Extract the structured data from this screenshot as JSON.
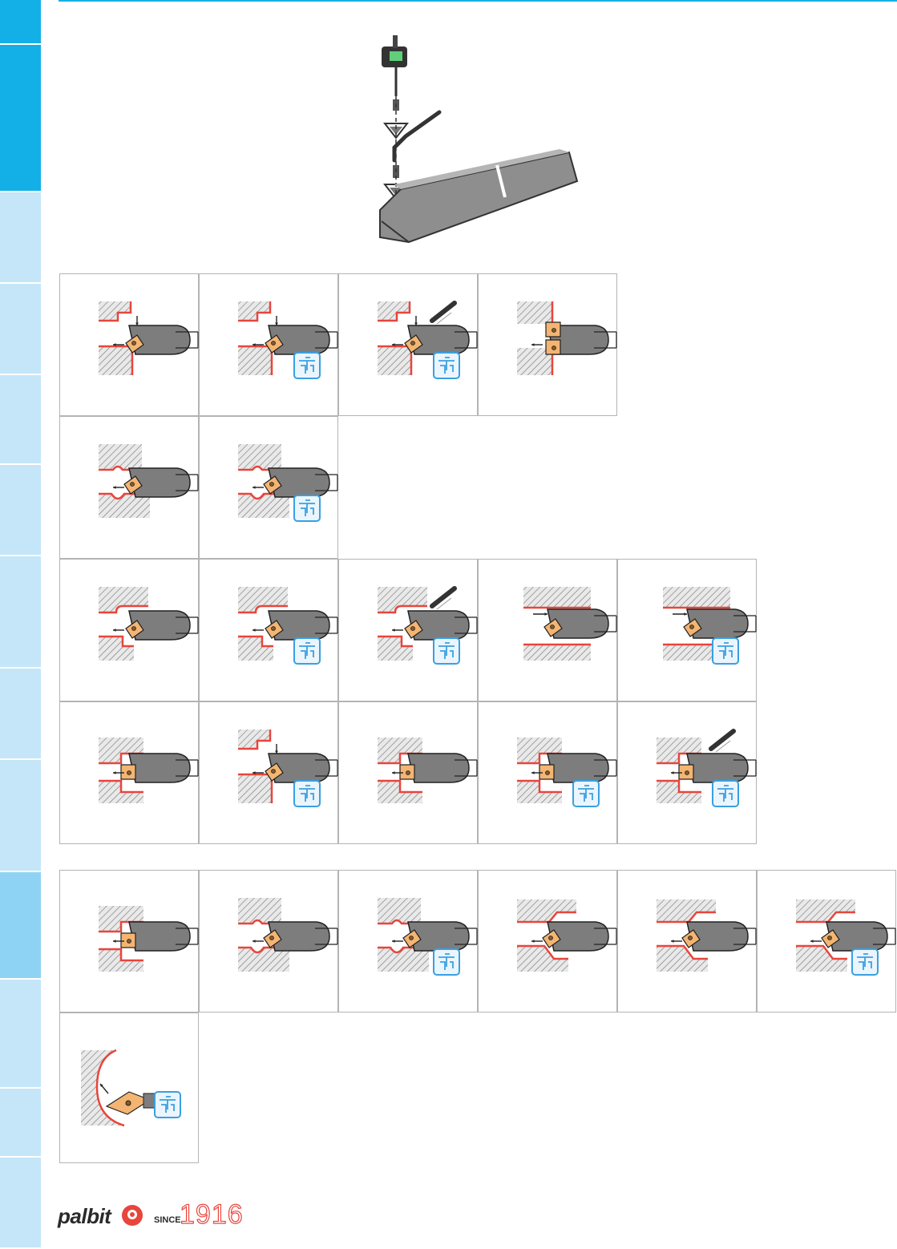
{
  "colors": {
    "side_tab": "#c4e6f8",
    "side_tab_active": "#12b0e6",
    "side_tab_secondary": "#8fd3f4",
    "accent_red": "#e8453c",
    "insert": "#f4b572",
    "coolant_icon": "#3aa0e0"
  },
  "footer": {
    "brand": "palbit",
    "since": "SINCE",
    "year": "1916"
  },
  "cells": [
    {
      "id": "r1c1",
      "shape": "step-down",
      "coolant": false,
      "wrench": false
    },
    {
      "id": "r1c2",
      "shape": "step-down",
      "coolant": true,
      "wrench": false
    },
    {
      "id": "r1c3",
      "shape": "step-down",
      "coolant": true,
      "wrench": true
    },
    {
      "id": "r1c4",
      "shape": "double",
      "coolant": false,
      "wrench": false
    },
    {
      "id": "r2c1",
      "shape": "groove",
      "coolant": false,
      "wrench": false
    },
    {
      "id": "r2c2",
      "shape": "groove",
      "coolant": true,
      "wrench": false
    },
    {
      "id": "r3c1",
      "shape": "profile",
      "coolant": false,
      "wrench": false
    },
    {
      "id": "r3c2",
      "shape": "profile",
      "coolant": true,
      "wrench": false
    },
    {
      "id": "r3c3",
      "shape": "profile",
      "coolant": true,
      "wrench": true
    },
    {
      "id": "r3c4",
      "shape": "straight",
      "coolant": false,
      "wrench": false
    },
    {
      "id": "r3c5",
      "shape": "straight",
      "coolant": true,
      "wrench": false
    },
    {
      "id": "r4c1",
      "shape": "face",
      "coolant": false,
      "wrench": false
    },
    {
      "id": "r4c2",
      "shape": "step-down",
      "coolant": true,
      "wrench": false
    },
    {
      "id": "r4c3",
      "shape": "face",
      "coolant": false,
      "wrench": false
    },
    {
      "id": "r4c4",
      "shape": "face",
      "coolant": true,
      "wrench": false
    },
    {
      "id": "r4c5",
      "shape": "face",
      "coolant": true,
      "wrench": true
    },
    {
      "id": "r5c1",
      "shape": "face",
      "coolant": false,
      "wrench": false
    },
    {
      "id": "r5c2",
      "shape": "groove",
      "coolant": false,
      "wrench": false
    },
    {
      "id": "r5c3",
      "shape": "groove",
      "coolant": true,
      "wrench": false
    },
    {
      "id": "r5c4",
      "shape": "chamfer",
      "coolant": false,
      "wrench": false
    },
    {
      "id": "r5c5",
      "shape": "chamfer",
      "coolant": false,
      "wrench": false
    },
    {
      "id": "r5c6",
      "shape": "chamfer",
      "coolant": true,
      "wrench": false
    },
    {
      "id": "r6c1",
      "shape": "radius",
      "coolant": true,
      "wrench": false
    }
  ]
}
